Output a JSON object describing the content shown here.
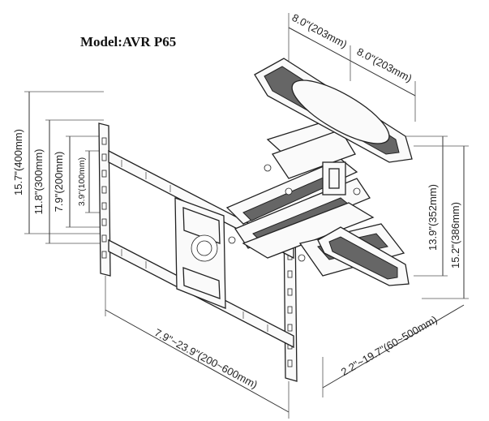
{
  "title": "Model:AVR P65",
  "dimensions": {
    "top_left": "8.0\"(203mm)",
    "top_right": "8.0\"(203mm)",
    "height_400": "15.7\"(400mm)",
    "height_300": "11.8\"(300mm)",
    "height_200": "7.9\"(200mm)",
    "height_100": "3.9\"(100mm)",
    "width_range": "7.9\"~23.9\"(200~600mm)",
    "extension_range": "2.2\"~19.7\"(60~500mm)",
    "arm_height": "13.9\"(352mm)",
    "plate_height": "15.2\"(386mm)"
  }
}
